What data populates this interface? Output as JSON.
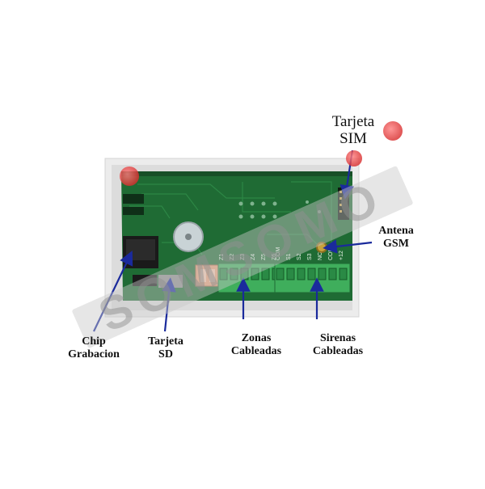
{
  "labels": {
    "tarjeta_sim": {
      "line1": "Tarjeta",
      "line2": "SIM"
    },
    "antena_gsm": {
      "line1": "Antena",
      "line2": "GSM"
    },
    "chip_grabacion": {
      "line1": "Chip",
      "line2": "Grabacion"
    },
    "tarjeta_sd": {
      "line1": "Tarjeta",
      "line2": "SD"
    },
    "zonas_cableadas": {
      "line1": "Zonas",
      "line2": "Cableadas"
    },
    "sirenas_cableadas": {
      "line1": "Sirenas",
      "line2": "Cableadas"
    }
  },
  "board_silkscreen": [
    "Z1",
    "Z2",
    "Z3",
    "Z4",
    "Z5",
    "Z6",
    "COM",
    "S1",
    "S2",
    "S3",
    "NC",
    "COM",
    "+12"
  ],
  "watermark_text": "SOMSOMO",
  "colors": {
    "pcb_green": "#1f6b34",
    "terminal_green": "#3fae5c",
    "arrow_blue": "#1a2a9c",
    "watermark_red": "#e84b4b",
    "watermark_grey": "#c8c8c8"
  }
}
